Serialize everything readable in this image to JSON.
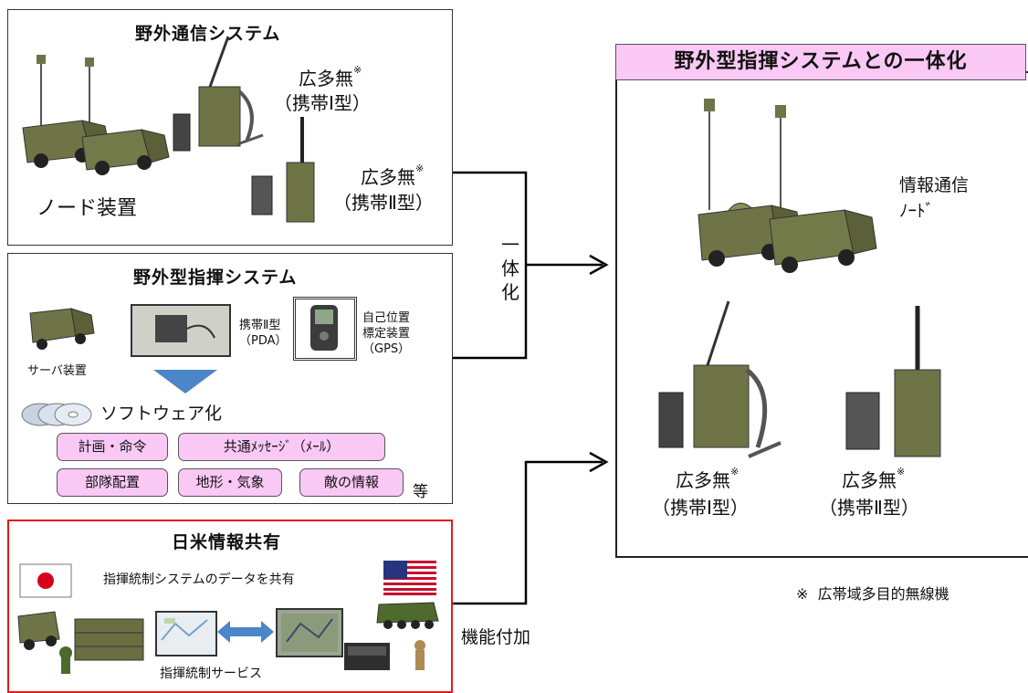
{
  "field_comm": {
    "title": "野外通信システム",
    "node_label": "ノード装置",
    "radio1_line1": "広多無",
    "radio1_line2": "（携帯Ⅰ型）",
    "radio2_line1": "広多無",
    "radio2_line2": "（携帯Ⅱ型）",
    "asterisk": "※"
  },
  "field_cmd": {
    "title": "野外型指揮システム",
    "server_label": "サーバ装置",
    "pda_line1": "携帯Ⅱ型",
    "pda_line2": "（PDA）",
    "gps_line1": "自己位置",
    "gps_line2": "標定装置",
    "gps_line3": "（GPS）",
    "software_label": "ソフトウェア化",
    "tags": [
      "計画・命令",
      "共通ﾒｯｾｰｼﾞ（ﾒｰﾙ）",
      "部隊配置",
      "地形・気象",
      "敵の情報"
    ],
    "etc": "等"
  },
  "jus": {
    "title": "日米情報共有",
    "share_text": "指揮統制システムのデータを共有",
    "service_label": "指揮統制サービス"
  },
  "connector": {
    "integrate_label": "一体化",
    "function_label": "機能付加"
  },
  "result": {
    "title": "野外型指揮システムとの一体化",
    "node_line1": "情報通信",
    "node_line2": "ﾉｰﾄﾞ",
    "radio1_line1": "広多無",
    "radio1_line2": "（携帯Ⅰ型）",
    "radio2_line1": "広多無",
    "radio2_line2": "（携帯Ⅱ型）",
    "asterisk": "※"
  },
  "footnote": {
    "mark": "※",
    "text": "広帯域多目的無線機"
  },
  "colors": {
    "olive": "#6f7447",
    "pink": "#f9c8f5",
    "red_border": "#e01b1b",
    "arrow_blue": "#4a86c8"
  }
}
